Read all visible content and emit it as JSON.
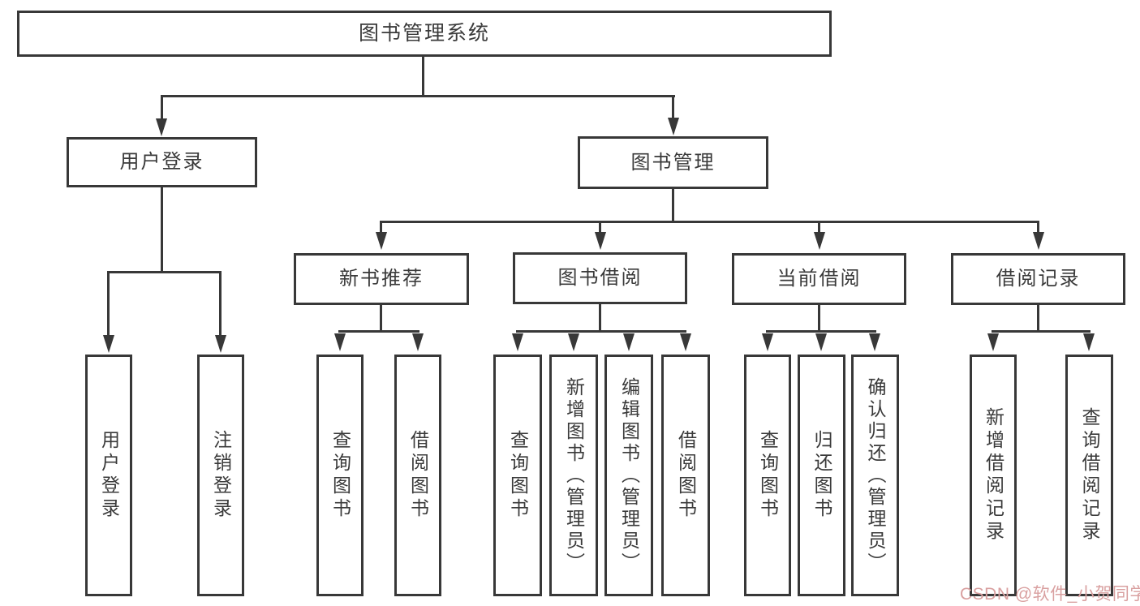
{
  "tree": {
    "root": {
      "label": "图书管理系统"
    },
    "user_login": {
      "label": "用户登录",
      "children": [
        {
          "label": "用户登录"
        },
        {
          "label": "注销登录"
        }
      ]
    },
    "book_mgmt": {
      "label": "图书管理",
      "sections": [
        {
          "label": "新书推荐",
          "children": [
            {
              "label": "查询图书"
            },
            {
              "label": "借阅图书"
            }
          ]
        },
        {
          "label": "图书借阅",
          "children": [
            {
              "label": "查询图书"
            },
            {
              "label": "新增图书（管理员）"
            },
            {
              "label": "编辑图书（管理员）"
            },
            {
              "label": "借阅图书"
            }
          ]
        },
        {
          "label": "当前借阅",
          "children": [
            {
              "label": "查询图书"
            },
            {
              "label": "归还图书"
            },
            {
              "label": "确认归还（管理员）"
            }
          ]
        },
        {
          "label": "借阅记录",
          "children": [
            {
              "label": "新增借阅记录"
            },
            {
              "label": "查询借阅记录"
            }
          ]
        }
      ]
    }
  },
  "colors": {
    "line": "#383838",
    "text": "#3a3a3a",
    "watermark": "#d9a0a0",
    "background": "#ffffff"
  },
  "watermark": {
    "text": "CSDN @软件_小贺同学"
  }
}
